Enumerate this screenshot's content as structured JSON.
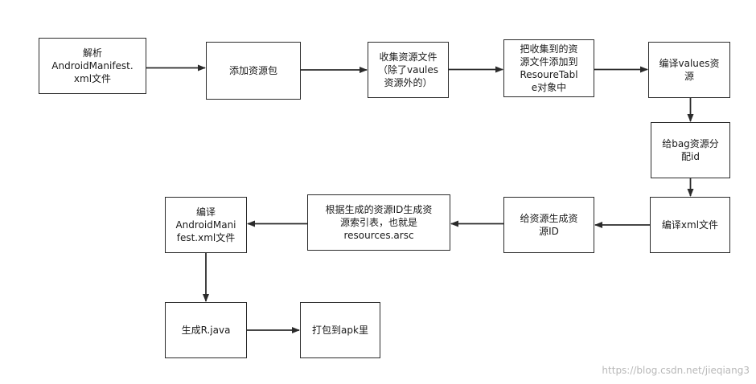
{
  "nodes": [
    {
      "id": "n1",
      "label": "解析\nAndroidManifest.\nxml文件"
    },
    {
      "id": "n2",
      "label": "添加资源包"
    },
    {
      "id": "n3",
      "label": "收集资源文件\n（除了vaules\n资源外的）"
    },
    {
      "id": "n4",
      "label": "把收集到的资\n源文件添加到\nResoureTabl\ne对象中"
    },
    {
      "id": "n5",
      "label": "编译values资\n源"
    },
    {
      "id": "n6",
      "label": "给bag资源分\n配id"
    },
    {
      "id": "n7",
      "label": "编译xml文件"
    },
    {
      "id": "n8",
      "label": "给资源生成资\n源ID"
    },
    {
      "id": "n9",
      "label": "根据生成的资源ID生成资\n源索引表，也就是\nresources.arsc"
    },
    {
      "id": "n10",
      "label": "编译\nAndroidMani\nfest.xml文件"
    },
    {
      "id": "n11",
      "label": "生成R.java"
    },
    {
      "id": "n12",
      "label": "打包到apk里"
    }
  ],
  "edges": [
    {
      "from": "n1",
      "to": "n2"
    },
    {
      "from": "n2",
      "to": "n3"
    },
    {
      "from": "n3",
      "to": "n4"
    },
    {
      "from": "n4",
      "to": "n5"
    },
    {
      "from": "n5",
      "to": "n6"
    },
    {
      "from": "n6",
      "to": "n7"
    },
    {
      "from": "n7",
      "to": "n8"
    },
    {
      "from": "n8",
      "to": "n9"
    },
    {
      "from": "n9",
      "to": "n10"
    },
    {
      "from": "n10",
      "to": "n11"
    },
    {
      "from": "n11",
      "to": "n12"
    }
  ],
  "watermark": "https://blog.csdn.net/jieqiang3"
}
